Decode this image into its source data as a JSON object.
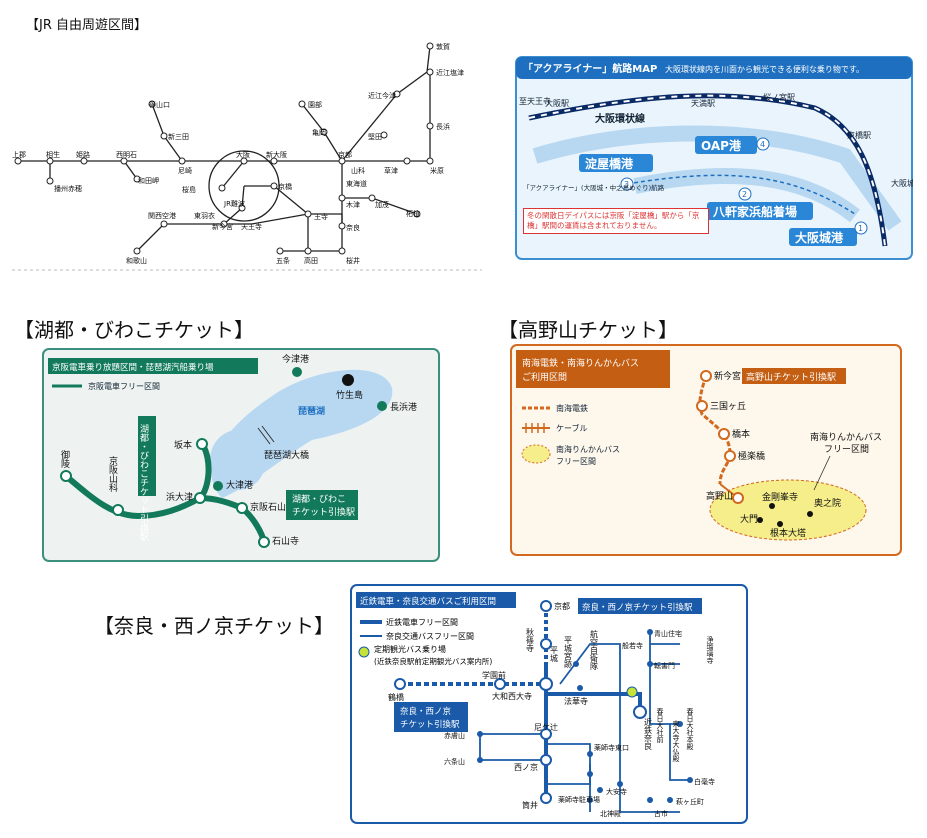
{
  "jr": {
    "heading": "【JR 自由周遊区間】",
    "stations": {
      "tsuruga": "敦賀",
      "omishiotsu": "近江塩津",
      "omiimazu": "近江今津",
      "katata": "堅田",
      "nagahama": "長浜",
      "maibara": "米原",
      "yamashina": "山科",
      "kusatsu": "草津",
      "kibukawa": "柘植",
      "kameoka": "亀岡",
      "sonobe": "園部",
      "kyoto": "京都",
      "higashikiotsu": "東海道",
      "kizu": "木津",
      "kabuto": "加茂",
      "nara": "奈良",
      "ouji": "王寺",
      "takada": "高田",
      "sakurai": "桜井",
      "gojo": "五条",
      "osaka": "大阪",
      "shinosaka": "新大阪",
      "kyobashi": "京橋",
      "tennoji": "天王寺",
      "shinimamiya": "新今宮",
      "jrnanba": "JR難波",
      "tsuruhashi": "東羽衣",
      "kansaiairport": "関西空港",
      "wakayama": "和歌山",
      "amagasaki": "尼崎",
      "shinsanda": "新三田",
      "sasayamaguchi": "篠山口",
      "sakurajima": "桜島",
      "wadamisaki": "和田岬",
      "nishiakashi": "西明石",
      "kakogawa": "姫路",
      "aioi": "相生",
      "kamigori": "上郡",
      "banshuako": "播州赤穂"
    }
  },
  "aqualiner": {
    "title": "「アクアライナー」航路MAP",
    "subtitle": "大阪環状線内を川面から観光できる便利な乗り物です。",
    "labels": {
      "to_tennoji": "至天王寺",
      "osaka_station": "大阪駅",
      "loop_line": "大阪環状線",
      "temma": "天満駅",
      "sakuranomiya": "桜ノ宮駅",
      "kyobashi_station": "京橋駅",
      "osakajokoen": "大阪城公園駅",
      "yodoyabashi": "淀屋橋港",
      "oap": "OAP港",
      "hachikenya": "八軒家浜船着場",
      "osakajo": "大阪城港",
      "route_note": "「アクアライナー」(大阪城・中之島めぐり)航路",
      "winter_note": "冬の閑散日デイパスには京阪「淀屋橋」駅から「京橋」駅間の運賃は含まれておりません。",
      "n1": "1",
      "n2": "2",
      "n3": "3",
      "n4": "4"
    }
  },
  "biwako": {
    "heading": "【湖都・びわこチケット】",
    "banner": "京阪電車乗り放題区間・琵琶湖汽船乗り場",
    "legend": "京阪電車フリー区間",
    "stations": {
      "misasagi": "御陵",
      "keihanyamashina": "京阪山科",
      "hamaotsu": "浜大津",
      "sakamoto": "坂本",
      "keihanishiyama": "京阪石山",
      "ishiyamadera": "石山寺",
      "otsuko": "大津港",
      "imazuko": "今津港",
      "chikubushima": "竹生島",
      "nagahamako": "長浜港",
      "biwako": "琵琶湖",
      "bridge": "琵琶湖大橋"
    },
    "ticket_vertical": "湖都・びわこチケット引換駅",
    "ticket_box_line1": "湖都・びわこ",
    "ticket_box_line2": "チケット引換駅"
  },
  "koya": {
    "heading": "【高野山チケット】",
    "banner_line1": "南海電鉄・南海りんかんバス",
    "banner_line2": "ご利用区間",
    "legend_rail": "南海電鉄",
    "legend_cable": "ケーブル",
    "legend_bus_line1": "南海りんかんバス",
    "legend_bus_line2": "フリー区間",
    "stations": {
      "shinimamiya": "新今宮",
      "mikunigaoka": "三国ヶ丘",
      "hashimoto": "橋本",
      "gokurakubashi": "極楽橋",
      "koyasan": "高野山",
      "kongobuji": "金剛峯寺",
      "okunoin": "奥之院",
      "daimon": "大門",
      "konpondaito": "根本大塔"
    },
    "ticket_label": "高野山チケット引換駅",
    "bus_note_line1": "南海りんかんバス",
    "bus_note_line2": "フリー区間"
  },
  "nara": {
    "heading": "【奈良・西ノ京チケット】",
    "banner": "近鉄電車・奈良交通バスご利用区間",
    "ticket_label": "奈良・西ノ京チケット引換駅",
    "legend_kintetsu": "近鉄電車フリー区間",
    "legend_bus": "奈良交通バスフリー区間",
    "legend_tour_line1": "定期観光バス乗り場",
    "legend_tour_line2": "(近鉄奈良駅前定期観光バス案内所)",
    "ticket_box_line1": "奈良・西ノ京",
    "ticket_box_line2": "チケット引換駅",
    "stations": {
      "kyoto": "京都",
      "tsurumi": "鶴橋",
      "gakuenmae": "学園前",
      "yamatosaidaiji": "大和西大寺",
      "heijo": "平城",
      "akishinodera": "秋篠寺",
      "heijokyuseki": "平城宮跡",
      "kokuekinenkan": "航空自衛隊",
      "hokkeji": "法華寺",
      "amagatsuji": "尼ケ辻",
      "nishinokyo": "西ノ京",
      "tsutsui": "筒井",
      "akahadayama": "赤膚山",
      "rokujoyama": "六条山",
      "yakushiji_higashiguchi": "薬師寺東口",
      "yakushiji_chusha": "薬師寺駐車場",
      "kintetsunara": "近鉄奈良",
      "hannyaji": "般若寺",
      "aoyamajutaku": "青山住宅",
      "tegaimon": "転害門",
      "joruriji": "浄瑠璃寺",
      "kasugataisha_honden": "春日大社本殿",
      "todaiji": "東大寺大仏殿",
      "kasugataisha": "春日大社前",
      "shiraka": "白毫寺",
      "daianji": "大安寺",
      "kitashinden": "北神殿",
      "furuichi": "古市",
      "yagyu": "萩ヶ丘町"
    }
  },
  "colors": {
    "green": "#127a5a",
    "teal_frame": "#3d8f7d",
    "orange": "#d2691e",
    "blue": "#1a5aa8",
    "light_blue": "#b8d8f2",
    "yellow": "#f6ee8a"
  }
}
